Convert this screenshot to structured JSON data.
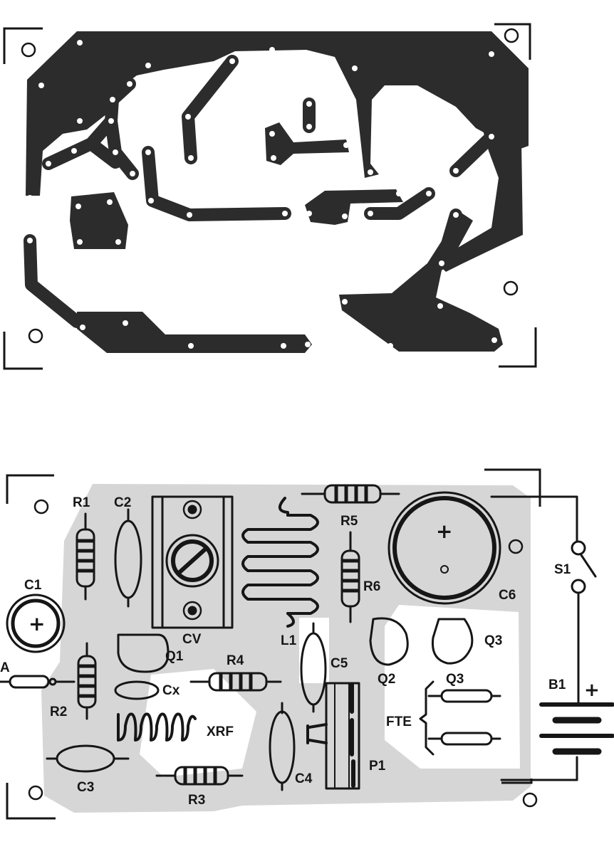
{
  "labels": {
    "r1": "R1",
    "c2": "C2",
    "c1": "C1",
    "c1_plus": "+",
    "cv": "CV",
    "l1": "L1",
    "r5": "R5",
    "r6": "R6",
    "c6": "C6",
    "c6_plus": "+",
    "s1": "S1",
    "q1": "Q1",
    "q2": "Q2",
    "q3_right": "Q3",
    "q3_lower": "Q3",
    "c5": "C5",
    "r4": "R4",
    "a": "A",
    "r2": "R2",
    "cx": "Cx",
    "xrf": "XRF",
    "fte": "FTE",
    "b1": "B1",
    "b1_plus": "+",
    "c3": "C3",
    "r3": "R3",
    "c4": "C4",
    "p1": "P1"
  },
  "colors": {
    "ink": "#161616",
    "copper": "#2c2c2c",
    "silk_tint": "#d6d6d6",
    "paper": "#ffffff"
  }
}
